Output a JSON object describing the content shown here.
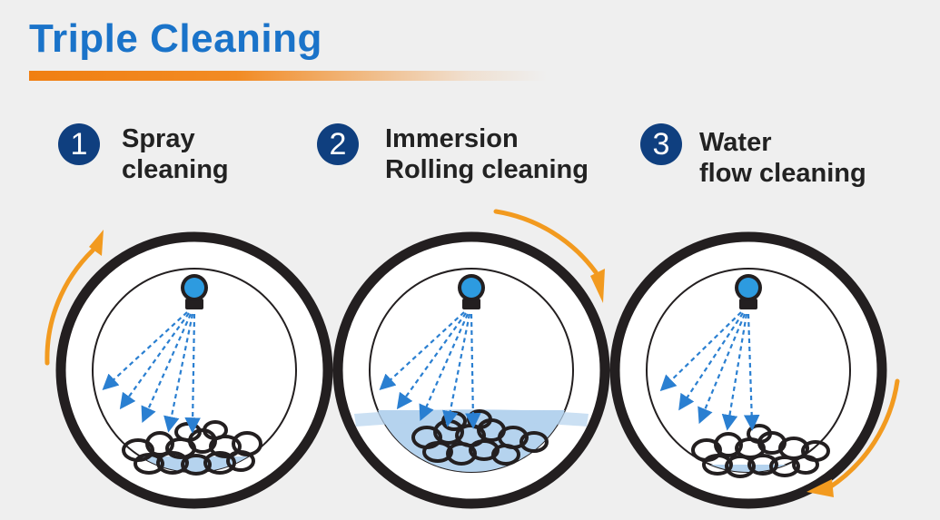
{
  "page": {
    "title": "Triple Cleaning"
  },
  "steps": [
    {
      "number": "1",
      "line1": "Spray",
      "line2": "cleaning"
    },
    {
      "number": "2",
      "line1": "Immersion",
      "line2": "Rolling cleaning"
    },
    {
      "number": "3",
      "line1": "Water",
      "line2": "flow cleaning"
    }
  ],
  "colors": {
    "title": "#1a73c9",
    "badge": "#0f3f7f",
    "accent_arrow": "#f29a1f",
    "water": "#b5d3ee",
    "nozzle": "#2d9be0",
    "spray": "#2a7fd1"
  },
  "icons": {
    "nozzle": "spray-nozzle-icon",
    "rotation": "rotation-arrow-icon",
    "parts": "o-ring-pile-icon"
  }
}
